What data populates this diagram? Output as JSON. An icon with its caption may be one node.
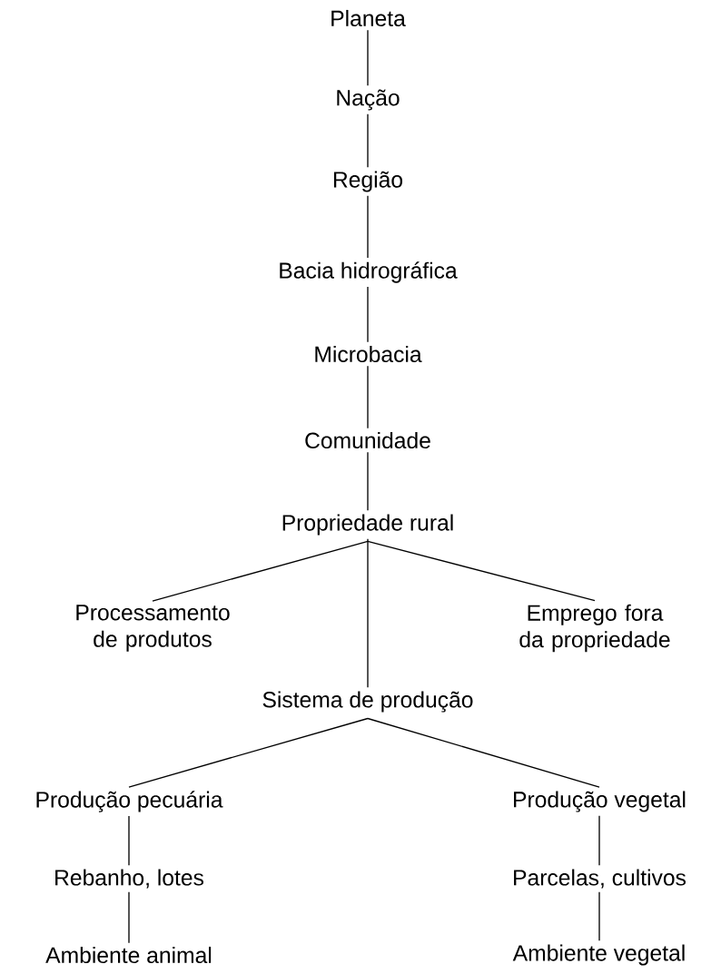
{
  "diagram": {
    "nodes": [
      {
        "text": [
          "Planeta"
        ]
      },
      {
        "text": [
          "Nação"
        ]
      },
      {
        "text": [
          "Região"
        ]
      },
      {
        "text": [
          "Bacia hidrográfica"
        ]
      },
      {
        "text": [
          "Microbacia"
        ]
      },
      {
        "text": [
          "Comunidade"
        ]
      },
      {
        "text": [
          "Propriedade rural"
        ]
      },
      {
        "text": [
          "Processamento de produtos"
        ]
      },
      {
        "text": [
          "Emprego fora da propriedade"
        ]
      },
      {
        "text": [
          "Sistema de produção"
        ]
      },
      {
        "text": [
          "Produção pecuária"
        ]
      },
      {
        "text": [
          "Produção vegetal"
        ]
      },
      {
        "text": [
          "Rebanho, lotes"
        ]
      },
      {
        "text": [
          "Parcelas, cultivos"
        ]
      },
      {
        "text": [
          "Ambiente animal"
        ]
      },
      {
        "text": [
          "Ambiente vegetal"
        ]
      }
    ],
    "edges": [
      {
        "from": 0,
        "to": 1,
        "arrow": "none"
      },
      {
        "from": 1,
        "to": 2,
        "arrow": "none"
      },
      {
        "from": 2,
        "to": 3,
        "arrow": "none"
      },
      {
        "from": 3,
        "to": 4,
        "arrow": "none"
      },
      {
        "from": 4,
        "to": 5,
        "arrow": "none"
      },
      {
        "from": 5,
        "to": 6,
        "arrow": "none"
      },
      {
        "from": 6,
        "to": 7,
        "arrow": "none"
      },
      {
        "from": 6,
        "to": 9,
        "arrow": "none"
      },
      {
        "from": 6,
        "to": 8,
        "arrow": "none"
      },
      {
        "from": 9,
        "to": 10,
        "arrow": "none"
      },
      {
        "from": 9,
        "to": 11,
        "arrow": "none"
      },
      {
        "from": 10,
        "to": 12,
        "arrow": "none"
      },
      {
        "from": 12,
        "to": 14,
        "arrow": "none"
      },
      {
        "from": 11,
        "to": 13,
        "arrow": "none"
      },
      {
        "from": 13,
        "to": 15,
        "arrow": "none"
      }
    ]
  }
}
